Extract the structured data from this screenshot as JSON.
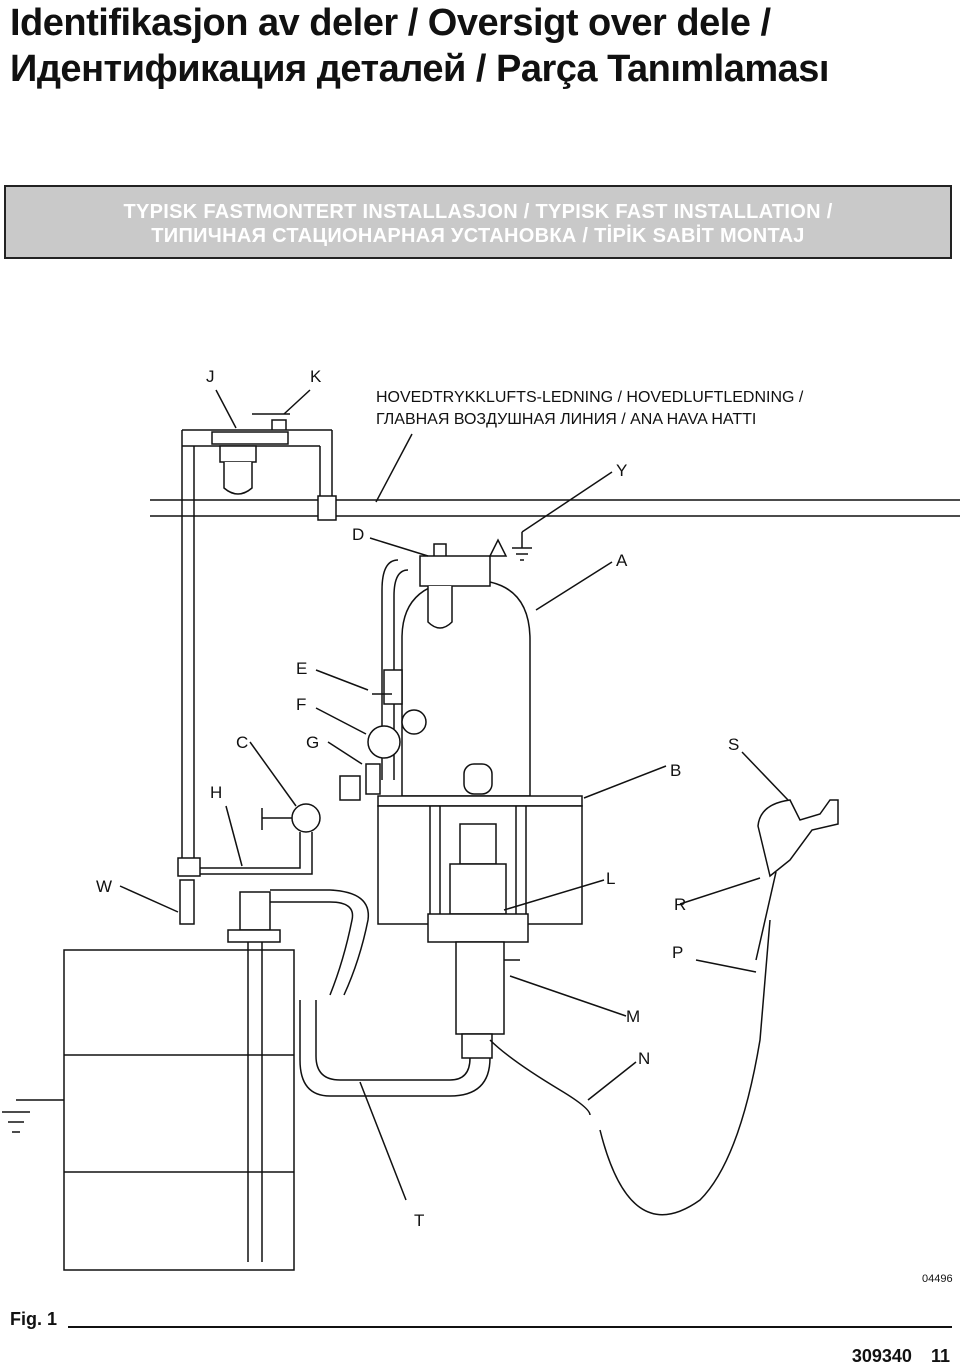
{
  "title": {
    "line1": "Identifikasjon av deler / Oversigt over dele /",
    "line2": "Идентификация деталей / Parça Tanımlaması"
  },
  "banner": {
    "line1": "TYPISK FASTMONTERT INSTALLASJON / TYPISK FAST INSTALLATION /",
    "line2": "ТИПИЧНАЯ СТАЦИОНАРНАЯ УСТАНОВКА / TİPİK SABİT MONTAJ"
  },
  "diagram": {
    "air_line_note": {
      "line1": "HOVEDTRYKKLUFTS-LEDNING / HOVEDLUFTLEDNING /",
      "line2": "ГЛАВНАЯ ВОЗДУШНАЯ ЛИНИЯ / ANA HAVA HATTI"
    },
    "labels": {
      "J": "J",
      "K": "K",
      "Y": "Y",
      "D": "D",
      "A": "A",
      "E": "E",
      "F": "F",
      "C": "C",
      "G": "G",
      "H": "H",
      "B": "B",
      "S": "S",
      "W": "W",
      "L": "L",
      "R": "R",
      "P": "P",
      "M": "M",
      "N": "N",
      "T": "T"
    },
    "drawing_number": "04496"
  },
  "footer": {
    "figure_label": "Fig. 1",
    "doc_number": "309340",
    "page_number": "11"
  }
}
